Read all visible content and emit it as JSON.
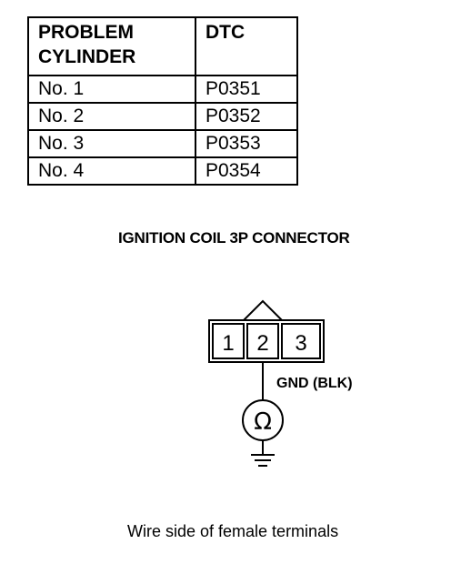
{
  "table": {
    "headers": [
      "PROBLEM\nCYLINDER",
      "DTC"
    ],
    "rows": [
      {
        "cylinder": "No. 1",
        "dtc": "P0351"
      },
      {
        "cylinder": "No. 2",
        "dtc": "P0352"
      },
      {
        "cylinder": "No. 3",
        "dtc": "P0353"
      },
      {
        "cylinder": "No. 4",
        "dtc": "P0354"
      }
    ]
  },
  "connector": {
    "title": "IGNITION COIL 3P CONNECTOR",
    "terminals": [
      "1",
      "2",
      "3"
    ],
    "wire_label": "GND (BLK)",
    "meter_symbol": "Ω"
  },
  "caption": "Wire side of female terminals"
}
